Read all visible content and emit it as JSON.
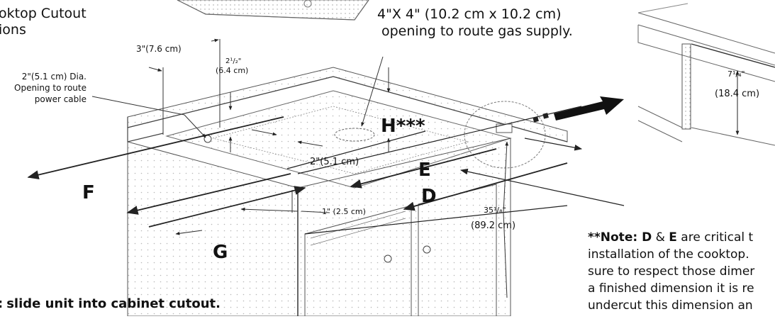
{
  "title": {
    "line1": "oktop Cutout",
    "line2": "ions"
  },
  "gas_opening": {
    "line1": "4\"X 4\" (10.2 cm x 10.2 cm)",
    "line2": "opening to route gas supply."
  },
  "power_opening": {
    "line1": "2\"(5.1 cm) Dia.",
    "line2": "Opening to route",
    "line3": "power cable"
  },
  "dimensions": {
    "three_inch": "3\"(7.6 cm)",
    "two_half_a": "2¹/₂\"",
    "two_half_b": "(6.4 cm)",
    "two_inch": "2\"(5.1 cm)",
    "one_inch": "1\" (2.5 cm)",
    "depth_a": "35¹/₈\"",
    "depth_b": "(89.2 cm)",
    "detail_a": "7¹/₄\"",
    "detail_b": "(18.4 cm)"
  },
  "letters": {
    "h": "H***",
    "e": "E",
    "d": "D",
    "f": "F",
    "g": "G"
  },
  "note": {
    "prefix": "**Note: ",
    "d": "D",
    "amp": " & ",
    "e": "E",
    "rest": " are critical t",
    "line2": "installation of the cooktop.",
    "line3": "sure to respect those dimer",
    "line4": "a finished dimension it is re",
    "line5": "undercut this dimension an"
  },
  "instruction": "slide unit into cabinet cutout."
}
